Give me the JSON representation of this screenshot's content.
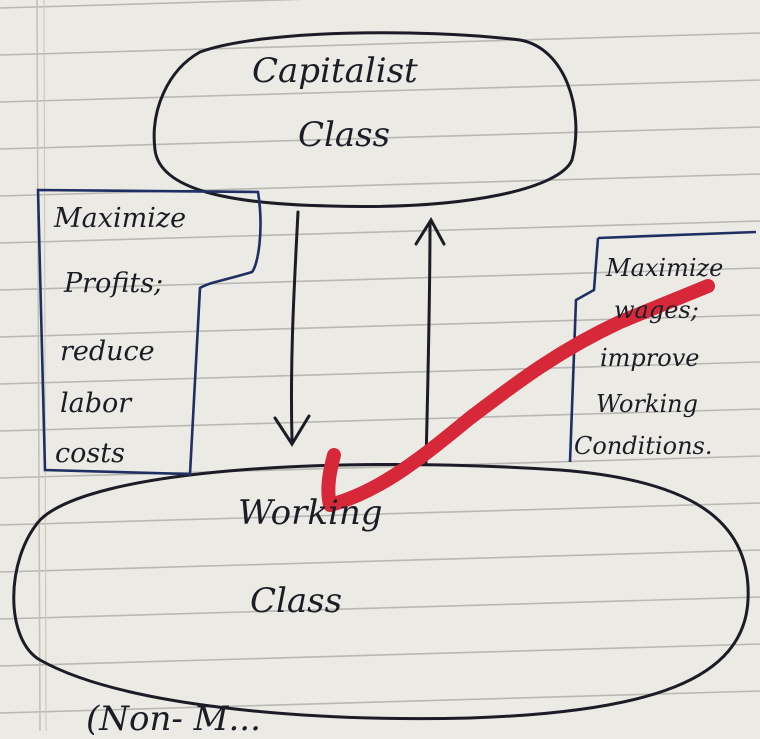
{
  "diagram": {
    "top_node": {
      "line1": "Capitalist",
      "line2": "Class"
    },
    "bottom_node": {
      "line1": "Working",
      "line2": "Class"
    },
    "left_note": [
      "Maximize",
      "Profits;",
      "reduce",
      "labor",
      "costs"
    ],
    "right_note": [
      "Maximize",
      "wages;",
      "improve",
      "Working",
      "Conditions."
    ],
    "footer_text": "(Non- M..."
  },
  "colors": {
    "paper": "#eceae4",
    "rule_line": "#b9b7b2",
    "ink": "#1c1c26",
    "note_box": "#1e2f63",
    "checkmark": "#d62839"
  }
}
